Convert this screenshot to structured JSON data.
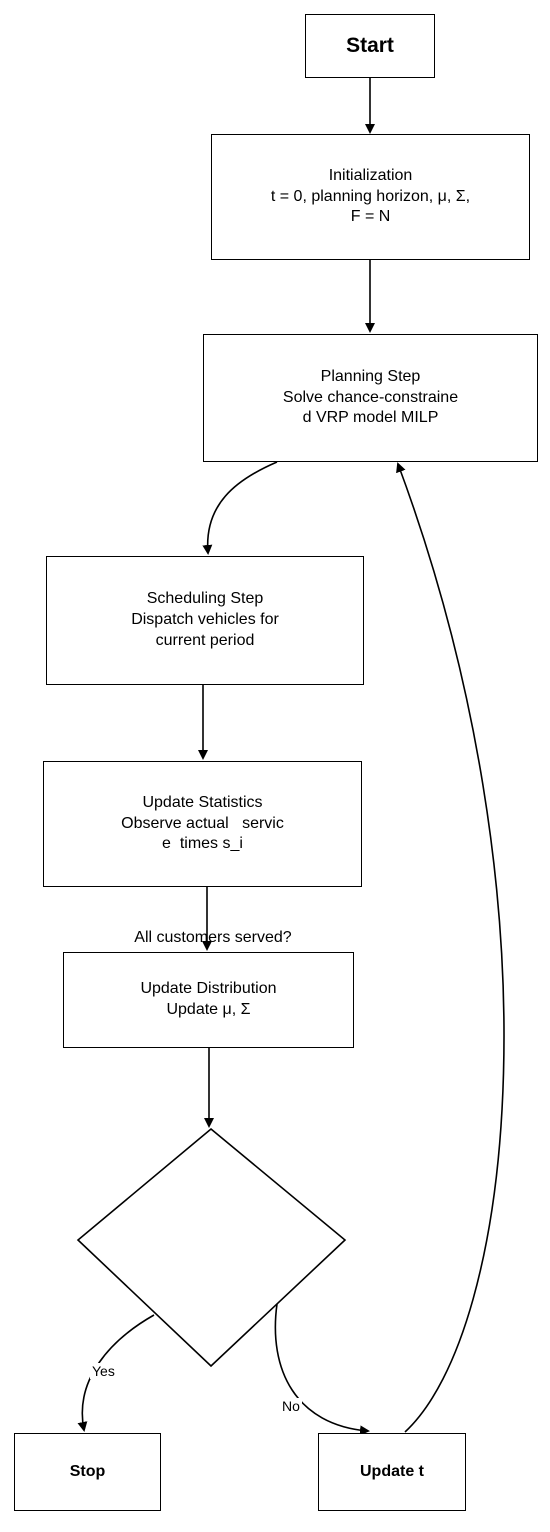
{
  "diagram": {
    "start": {
      "label": "Start"
    },
    "initialization": {
      "lines": [
        "Initialization",
        "t = 0, planning horizon, μ, Σ,",
        "F = N"
      ]
    },
    "planning": {
      "lines": [
        "Planning Step",
        "Solve chance-constraine",
        "d VRP model MILP"
      ]
    },
    "scheduling": {
      "lines": [
        "Scheduling Step",
        "Dispatch vehicles for",
        "current period"
      ]
    },
    "update_statistics": {
      "lines": [
        "Update Statistics",
        "Observe actual   servic",
        "e  times s_i"
      ]
    },
    "update_distribution": {
      "lines": [
        "Update Distribution",
        "Update μ, Σ"
      ]
    },
    "decision": {
      "label": "All customers served?"
    },
    "yes_label": "Yes",
    "no_label": "No",
    "stop": {
      "label": "Stop"
    },
    "update_t": {
      "label": "Update t"
    }
  }
}
